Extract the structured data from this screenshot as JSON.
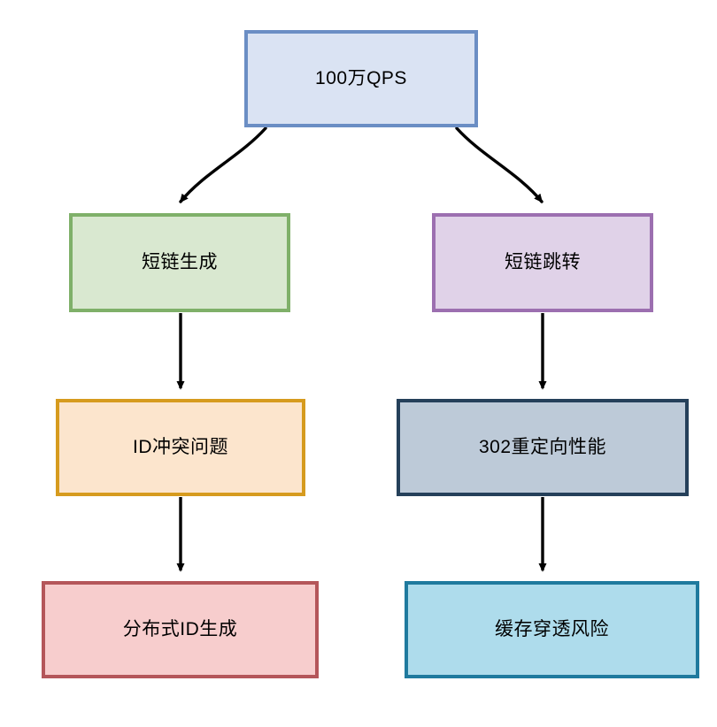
{
  "diagram": {
    "type": "flowchart",
    "orientation": "top-down",
    "background_color": "#ffffff",
    "edge_color": "#000000",
    "nodes": [
      {
        "id": "root",
        "label": "100万QPS",
        "border_color": "#6b8ec4",
        "fill_color": "#dae3f3",
        "text_color": "#000000"
      },
      {
        "id": "gen",
        "label": "短链生成",
        "border_color": "#7fb069",
        "fill_color": "#d9e8d0",
        "text_color": "#000000"
      },
      {
        "id": "redirect",
        "label": "短链跳转",
        "border_color": "#9c6fb0",
        "fill_color": "#e0d2e8",
        "text_color": "#000000"
      },
      {
        "id": "idconf",
        "label": "ID冲突问题",
        "border_color": "#d69b1e",
        "fill_color": "#fce5cd",
        "text_color": "#000000"
      },
      {
        "id": "perf302",
        "label": "302重定向性能",
        "border_color": "#25405a",
        "fill_color": "#bdcad8",
        "text_color": "#000000"
      },
      {
        "id": "distid",
        "label": "分布式ID生成",
        "border_color": "#b4565a",
        "fill_color": "#f7cdcd",
        "text_color": "#000000"
      },
      {
        "id": "cachepen",
        "label": "缓存穿透风险",
        "border_color": "#1f7a9e",
        "fill_color": "#aedcec",
        "text_color": "#000000"
      }
    ],
    "edges": [
      {
        "id": "edge-root-gen",
        "from": "root",
        "to": "gen",
        "style": "curved",
        "arrow": "filled-triangle"
      },
      {
        "id": "edge-root-redirect",
        "from": "root",
        "to": "redirect",
        "style": "curved",
        "arrow": "filled-triangle"
      },
      {
        "id": "edge-gen-idconf",
        "from": "gen",
        "to": "idconf",
        "style": "straight",
        "arrow": "filled-triangle"
      },
      {
        "id": "edge-idconf-distid",
        "from": "idconf",
        "to": "distid",
        "style": "straight",
        "arrow": "filled-triangle"
      },
      {
        "id": "edge-redirect-perf302",
        "from": "redirect",
        "to": "perf302",
        "style": "straight",
        "arrow": "filled-triangle"
      },
      {
        "id": "edge-perf302-cachepen",
        "from": "perf302",
        "to": "cachepen",
        "style": "straight",
        "arrow": "filled-triangle"
      }
    ]
  }
}
